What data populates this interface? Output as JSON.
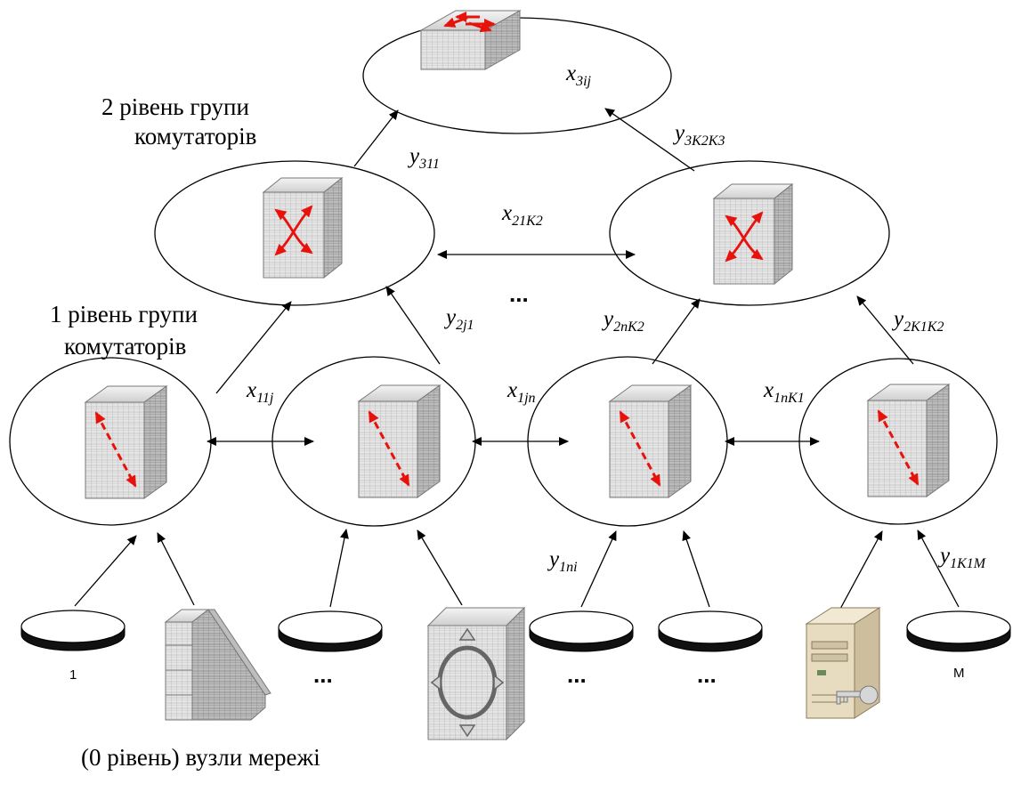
{
  "level_labels": {
    "level2_line1": "2 рівень групи",
    "level2_line2": "комутаторів",
    "level1_line1": "1 рівень групи",
    "level1_line2": "комутаторів",
    "level0": "(0 рівень) вузли мережі"
  },
  "variables": {
    "x3ij": {
      "base": "x",
      "sub": "3ij"
    },
    "y311": {
      "base": "y",
      "sub": "311"
    },
    "y3K2K3": {
      "base": "y",
      "sub": "3K2K3"
    },
    "x21K2": {
      "base": "x",
      "sub": "21K2"
    },
    "y2j1": {
      "base": "y",
      "sub": "2j1"
    },
    "y2nK2": {
      "base": "y",
      "sub": "2nK2"
    },
    "y2K1K2": {
      "base": "y",
      "sub": "2K1K2"
    },
    "x11j": {
      "base": "x",
      "sub": "11j"
    },
    "x1jn": {
      "base": "x",
      "sub": "1jn"
    },
    "x1nK1": {
      "base": "x",
      "sub": "1nK1"
    },
    "y1ni": {
      "base": "y",
      "sub": "1ni"
    },
    "y1K1M": {
      "base": "y",
      "sub": "1K1M"
    }
  },
  "ellipsis": "...",
  "node_labels": {
    "first": "1",
    "last": "M"
  },
  "colors": {
    "arrow_red": "#e8120c",
    "switch_light": "#e6e6e6",
    "switch_dark": "#9a9a9a",
    "server_beige": "#e8dcc0"
  },
  "icons": {
    "level3_switch": "multilayer-switch-icon",
    "level2_switch": "atm-switch-icon",
    "level1_switch": "workgroup-switch-icon",
    "router": "router-icon",
    "bridge": "bridge-icon",
    "server": "server-with-key-icon",
    "node_disk": "network-node-disk-icon"
  }
}
